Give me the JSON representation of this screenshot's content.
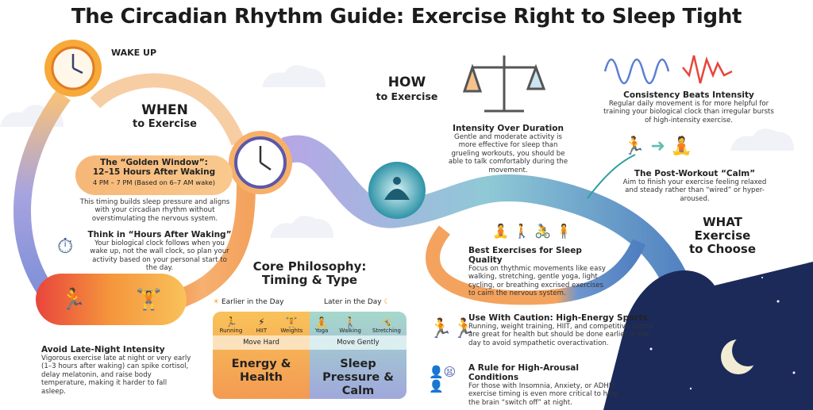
{
  "title": "The Circadian Rhythm Guide: Exercise Right to Sleep Tight",
  "wake_up": "WAKE UP",
  "when": {
    "line1": "WHEN",
    "line2": "to Exercise"
  },
  "golden_window": {
    "title1": "The “Golden Window”:",
    "title2": "12–15 Hours After Waking",
    "time": "4 PM – 7 PM (Based on 6–7 AM wake)",
    "body": "This timing builds sleep pressure and aligns with your circadian rhythm without overstimulating the nervous system."
  },
  "think": {
    "title": "Think in “Hours After Waking”",
    "body": "Your biological clock follows when you wake up, not the wall clock, so plan your activity based on your personal start to the day."
  },
  "avoid": {
    "title": "Avoid Late-Night Intensity",
    "body": "Vigorous exercise late at night or very early (1–3 hours after waking) can spike cortisol, delay melatonin, and raise body temperature, making it harder to fall asleep."
  },
  "core": {
    "title1": "Core Philosophy:",
    "title2": "Timing & Type",
    "earlier": "Earlier in the Day",
    "later": "Later in the Day",
    "earlier_items": [
      {
        "icon": "running-icon",
        "label": "Running"
      },
      {
        "icon": "hiit-icon",
        "label": "HIIT"
      },
      {
        "icon": "weights-icon",
        "label": "Weights"
      }
    ],
    "later_items": [
      {
        "icon": "yoga-icon",
        "label": "Yoga"
      },
      {
        "icon": "walking-icon",
        "label": "Walking"
      },
      {
        "icon": "stretching-icon",
        "label": "Stretching"
      }
    ],
    "move_hard": "Move Hard",
    "move_gently": "Move Gently",
    "result_earlier": "Energy & Health",
    "result_later": "Sleep Pressure & Calm"
  },
  "how": {
    "line1": "HOW",
    "line2": "to Exercise"
  },
  "intensity": {
    "title": "Intensity Over Duration",
    "body": "Gentle and moderate activity is more effective for sleep than grueling workouts, you should be able to talk comfortably during the movement."
  },
  "consistency": {
    "title": "Consistency Beats Intensity",
    "body": "Regular daily movement is for more helpful for training your biological clock than irregular bursts of high-intensity exercise."
  },
  "post": {
    "title": "The Post-Workout “Calm”",
    "body": "Aim to finish your exercise feeling relaxed and steady rather than “wired” or hyper-aroused."
  },
  "what": {
    "line1": "WHAT",
    "line2": "Exercise",
    "line3": "to Choose"
  },
  "best": {
    "title": "Best Exercises for Sleep Quality",
    "body": "Focus on thythmic movements like easy walking, stretching, gentle yoga, light cycling, or breathing excrised exercises to caim the nervous system."
  },
  "caution": {
    "title": "Use With Caution: High-Energy Sports",
    "body": "Running, weight training, HIIT, and competitive sports are great for health but should be done earlier in the day to avoid sympathetic overactivation."
  },
  "rule": {
    "title": "A Rule for High-Arousal Conditions",
    "body": "For those with Insomnia, Anxiety, or ADHD, exercise timing is even more critical to help the brain “switch off” at night."
  },
  "colors": {
    "orange": "#f5a05a",
    "purple": "#8f8fd6",
    "blue": "#4f7fc0",
    "night": "#1c2a5a",
    "red": "#e8453c",
    "teal": "#5fbfb0"
  }
}
